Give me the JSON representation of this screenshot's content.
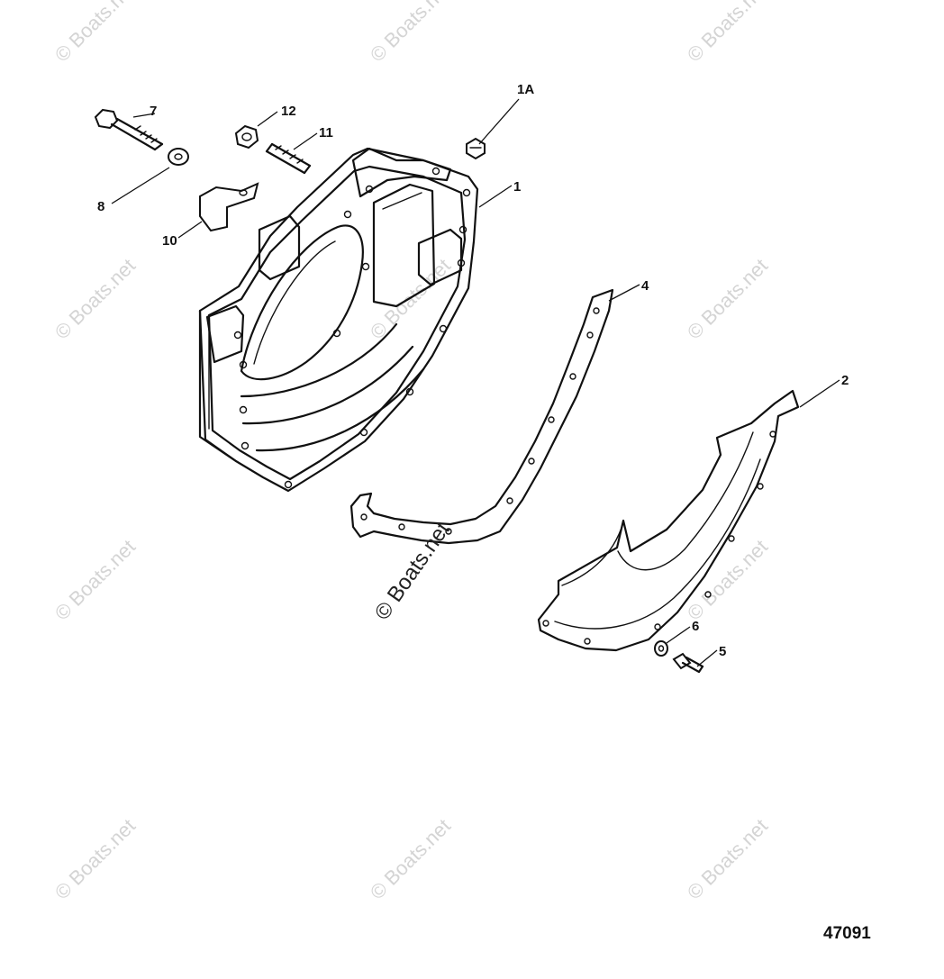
{
  "watermark": "© Boats.net",
  "figure_number": "47091",
  "callouts": {
    "c1": "1",
    "c1a": "1A",
    "c2": "2",
    "c4": "4",
    "c5": "5",
    "c6": "6",
    "c7": "7",
    "c8": "8",
    "c10": "10",
    "c11": "11",
    "c12": "12"
  }
}
